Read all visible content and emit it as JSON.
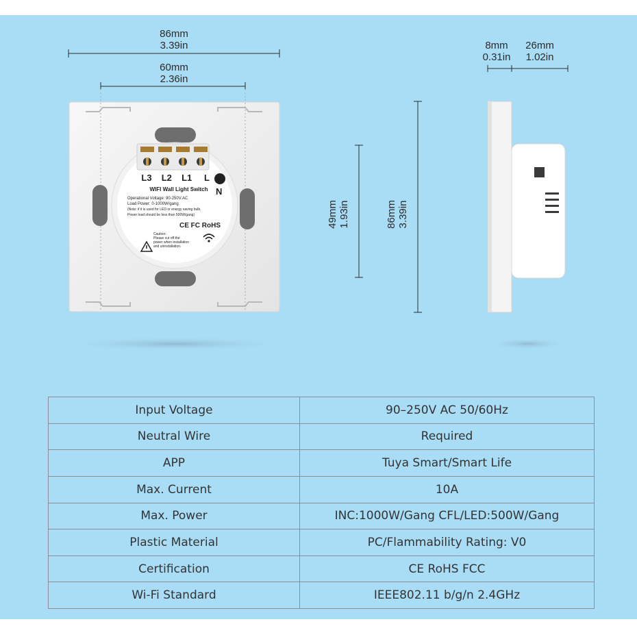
{
  "dimensions": {
    "front_width_mm": "86mm",
    "front_width_in": "3.39in",
    "front_inner_mm": "60mm",
    "front_inner_in": "2.36in",
    "inner_height_mm": "49mm",
    "inner_height_in": "1.93in",
    "total_height_mm": "86mm",
    "total_height_in": "3.39in",
    "side_plate_mm": "8mm",
    "side_plate_in": "0.31in",
    "side_body_mm": "26mm",
    "side_body_in": "1.02in"
  },
  "device": {
    "terminals": [
      "L3",
      "L2",
      "L1",
      "L"
    ],
    "neutral": "N",
    "label_title": "WIFI Wall Light Switch",
    "label_line1": "Operational Voltage: 90-250V AC",
    "label_line2": "Load Power: 0-1000W/gang",
    "label_note1": "(Note: if it is used for LED or energy saving bulb,",
    "label_note2": "Power load should be less than 500W/gang)",
    "cert_marks": "CE FC RoHS",
    "caution_title": "Caution:",
    "caution_1": "Please cut off the",
    "caution_2": "power when installation",
    "caution_3": "and uninstallation."
  },
  "specs": [
    {
      "label": "Input Voltage",
      "value": "90–250V AC 50/60Hz"
    },
    {
      "label": "Neutral Wire",
      "value": "Required"
    },
    {
      "label": "APP",
      "value": "Tuya Smart/Smart Life"
    },
    {
      "label": "Max. Current",
      "value": "10A"
    },
    {
      "label": "Max. Power",
      "value": "INC:1000W/Gang CFL/LED:500W/Gang"
    },
    {
      "label": "Plastic Material",
      "value": "PC/Flammability Rating: V0"
    },
    {
      "label": "Certification",
      "value": "CE RoHS FCC"
    },
    {
      "label": "Wi-Fi Standard",
      "value": "IEEE802.11 b/g/n 2.4GHz"
    }
  ]
}
